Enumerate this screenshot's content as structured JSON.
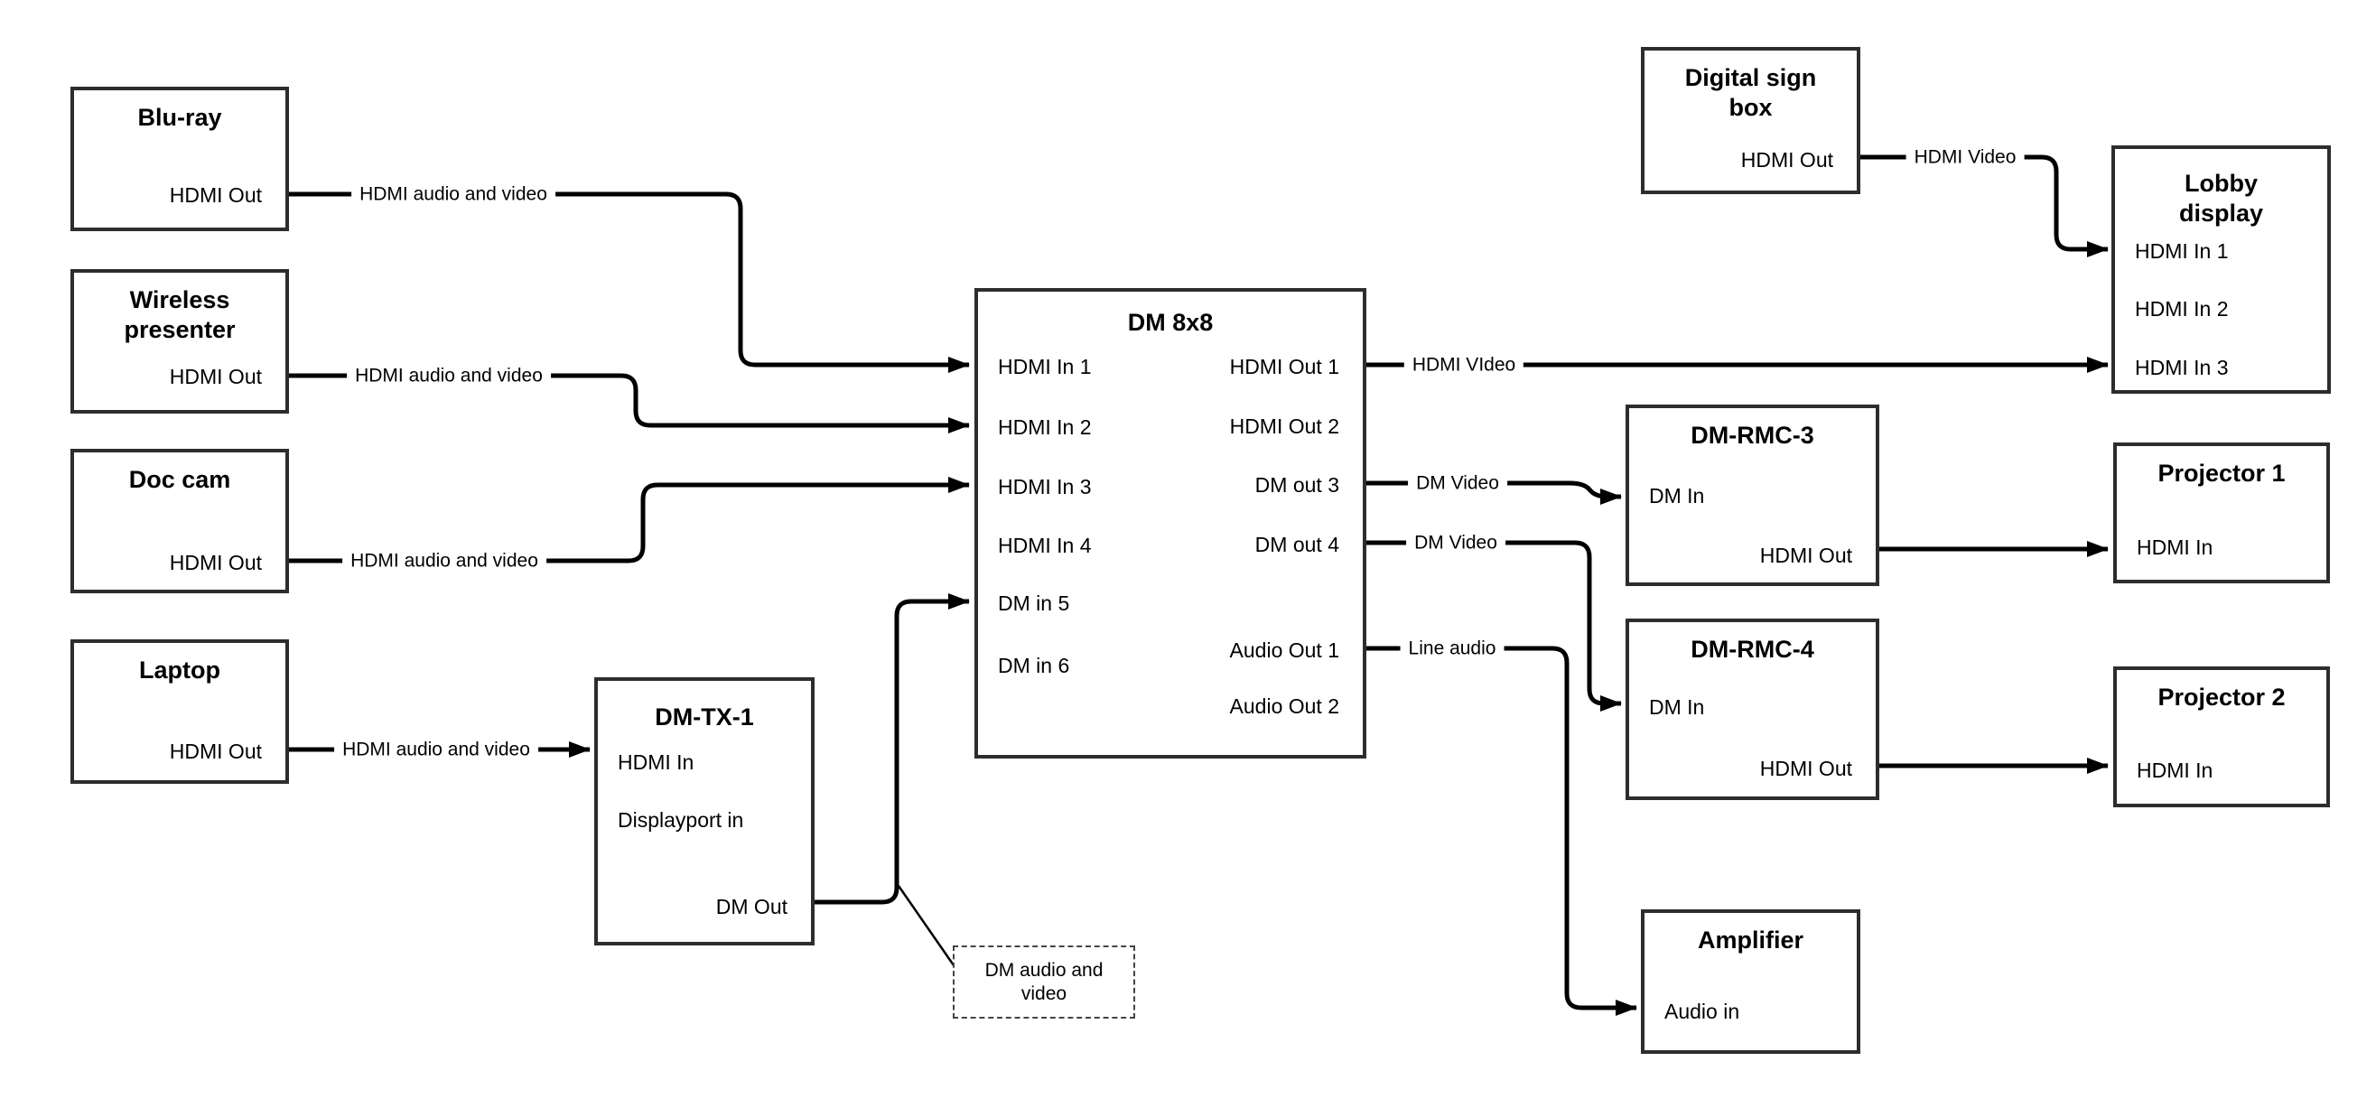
{
  "diagram": {
    "type": "av-signal-flow",
    "colors": {
      "box_border": "#2d2d2d",
      "wire": "#000000",
      "background": "#ffffff",
      "text": "#000000"
    },
    "nodes": {
      "bluray": {
        "title": "Blu-ray",
        "ports": {
          "hdmi_out": "HDMI Out"
        }
      },
      "wireless": {
        "title": "Wireless presenter",
        "ports": {
          "hdmi_out": "HDMI Out"
        }
      },
      "doccam": {
        "title": "Doc cam",
        "ports": {
          "hdmi_out": "HDMI Out"
        }
      },
      "laptop": {
        "title": "Laptop",
        "ports": {
          "hdmi_out": "HDMI Out"
        }
      },
      "dmtx1": {
        "title": "DM-TX-1",
        "ports": {
          "hdmi_in": "HDMI In",
          "displayport_in": "Displayport in",
          "dm_out": "DM Out"
        }
      },
      "dm8x8": {
        "title": "DM 8x8",
        "ports": {
          "hdmi_in_1": "HDMI In 1",
          "hdmi_in_2": "HDMI In 2",
          "hdmi_in_3": "HDMI In 3",
          "hdmi_in_4": "HDMI In 4",
          "dm_in_5": "DM in 5",
          "dm_in_6": "DM in 6",
          "hdmi_out_1": "HDMI Out 1",
          "hdmi_out_2": "HDMI Out 2",
          "dm_out_3": "DM out 3",
          "dm_out_4": "DM out 4",
          "audio_out_1": "Audio Out 1",
          "audio_out_2": "Audio Out 2"
        }
      },
      "digital_sign": {
        "title": "Digital sign box",
        "ports": {
          "hdmi_out": "HDMI Out"
        }
      },
      "lobby": {
        "title": "Lobby display",
        "ports": {
          "hdmi_in_1": "HDMI In 1",
          "hdmi_in_2": "HDMI In 2",
          "hdmi_in_3": "HDMI In 3"
        }
      },
      "rmc3": {
        "title": "DM-RMC-3",
        "ports": {
          "dm_in": "DM In",
          "hdmi_out": "HDMI Out"
        }
      },
      "proj1": {
        "title": "Projector 1",
        "ports": {
          "hdmi_in": "HDMI In"
        }
      },
      "rmc4": {
        "title": "DM-RMC-4",
        "ports": {
          "dm_in": "DM In",
          "hdmi_out": "HDMI Out"
        }
      },
      "proj2": {
        "title": "Projector 2",
        "ports": {
          "hdmi_in": "HDMI In"
        }
      },
      "amplifier": {
        "title": "Amplifier",
        "ports": {
          "audio_in": "Audio in"
        }
      }
    },
    "edge_labels": {
      "bluray_to_in1": "HDMI audio and video",
      "wireless_to_in2": "HDMI audio and video",
      "doccam_to_in3": "HDMI audio and video",
      "laptop_to_tx1": "HDMI audio and video",
      "sign_to_lobby": "HDMI Video",
      "out1_to_lobby": "HDMI VIdeo",
      "out3_to_rmc3": "DM Video",
      "out4_to_rmc4": "DM Video",
      "audio1_to_amp": "Line audio"
    },
    "callout": {
      "text": "DM audio and video"
    }
  }
}
